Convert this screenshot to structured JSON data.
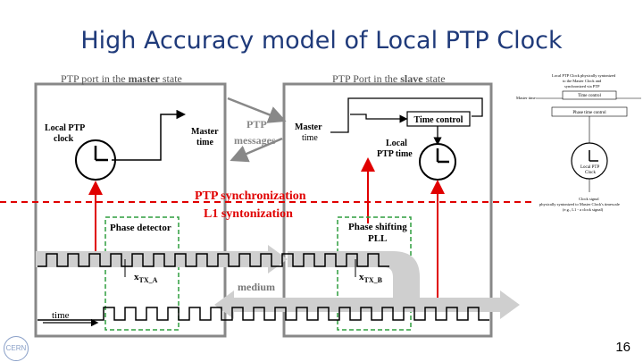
{
  "slide": {
    "title": "High Accuracy model of Local PTP Clock",
    "page_number": "16",
    "logo_text": "CERN"
  },
  "diagram": {
    "master_header_pre": "PTP port in the ",
    "master_header_bold": "master",
    "master_header_post": " state",
    "slave_header_pre": "PTP Port in the ",
    "slave_header_bold": "slave",
    "slave_header_post": " state",
    "local_ptp_clock_l1": "Local PTP",
    "local_ptp_clock_l2": "clock",
    "master_time_l1": "Master",
    "master_time_l2": "time",
    "ptp_messages_l1": "PTP",
    "ptp_messages_l2": "messages",
    "slave_master_l1": "Master",
    "slave_master_l2": "time",
    "time_control": "Time control",
    "local_ptp_time_l1": "Local",
    "local_ptp_time_l2": "PTP time",
    "ptp_sync": "PTP synchronization",
    "l1_synt": "L1 syntonization",
    "phase_detector": "Phase detector",
    "phase_shifting_l1": "Phase shifting",
    "phase_shifting_l2": "PLL",
    "xtx_a_main": "x",
    "xtx_a_sub": "TX_A",
    "xtx_b_main": "x",
    "xtx_b_sub": "TX_B",
    "medium": "medium",
    "time": "time"
  },
  "inset": {
    "top_note_l1": "Local PTP Clock physically syntonized",
    "top_note_l2": "to the Master Clock and",
    "top_note_l3": "synchronized via PTP",
    "master_time": "Master time",
    "time_control": "Time control",
    "phase_time_control": "Phase time control",
    "local_ptp_clock_l1": "Local PTP",
    "local_ptp_clock_l2": "Clock",
    "bottom_note_l1": "Clock signal",
    "bottom_note_l2": "physically syntonized to Master Clock's timescale",
    "bottom_note_l3": "(e.g., L1 - a clock signal)"
  },
  "colors": {
    "title": "#1f3a7a",
    "sync_line": "#e00000",
    "dashed_box": "#2e9e3e",
    "gray_arrow": "#c8c8c8",
    "box_border": "#888888"
  }
}
